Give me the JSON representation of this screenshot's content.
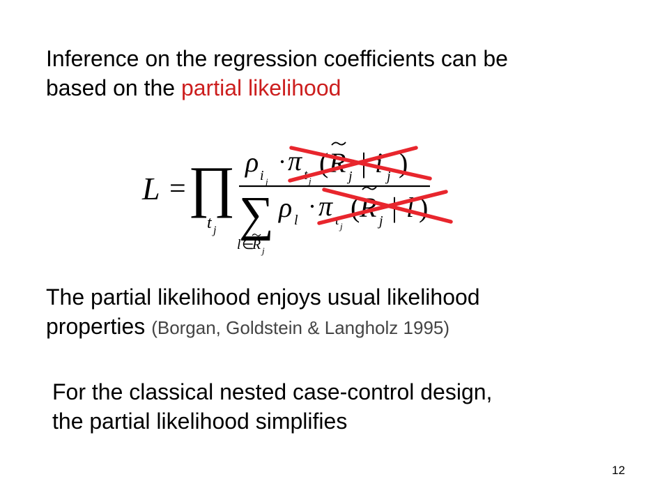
{
  "paragraphs": {
    "inference": {
      "line1": "Inference on the regression coefficients can be",
      "line2_prefix": "based on the ",
      "highlight": "partial likelihood"
    },
    "properties": {
      "line1": "The partial likelihood enjoys usual likelihood",
      "line2_prefix": "properties ",
      "citation": "(Borgan, Goldstein & Langholz 1995)"
    },
    "nested": {
      "line1": "For the classical nested case-control design,",
      "line2": "the partial likelihood simplifies"
    }
  },
  "formula": {
    "lhs": "L",
    "equals": "=",
    "product": "∏",
    "product_index": "t",
    "sum": "∑",
    "sum_index_l": "l",
    "sum_index_in": "∈",
    "sum_index_R": "R",
    "sub_j": "j",
    "numerator": {
      "rho": "ρ",
      "rho_sub": "i",
      "dot": "·",
      "pi": "π",
      "pi_sub": "t",
      "open": "(",
      "R": "R",
      "bar": "|",
      "cond": "i",
      "close": ")"
    },
    "denominator": {
      "rho": "ρ",
      "rho_sub": "l",
      "dot": "·",
      "pi": "π",
      "pi_sub": "t",
      "open": "(",
      "R": "R",
      "bar": "|",
      "cond": "l",
      "close": ")"
    }
  },
  "page_number": "12",
  "colors": {
    "accent": "#cc1e1e",
    "citation": "#444444",
    "strike": "#e8262d"
  }
}
